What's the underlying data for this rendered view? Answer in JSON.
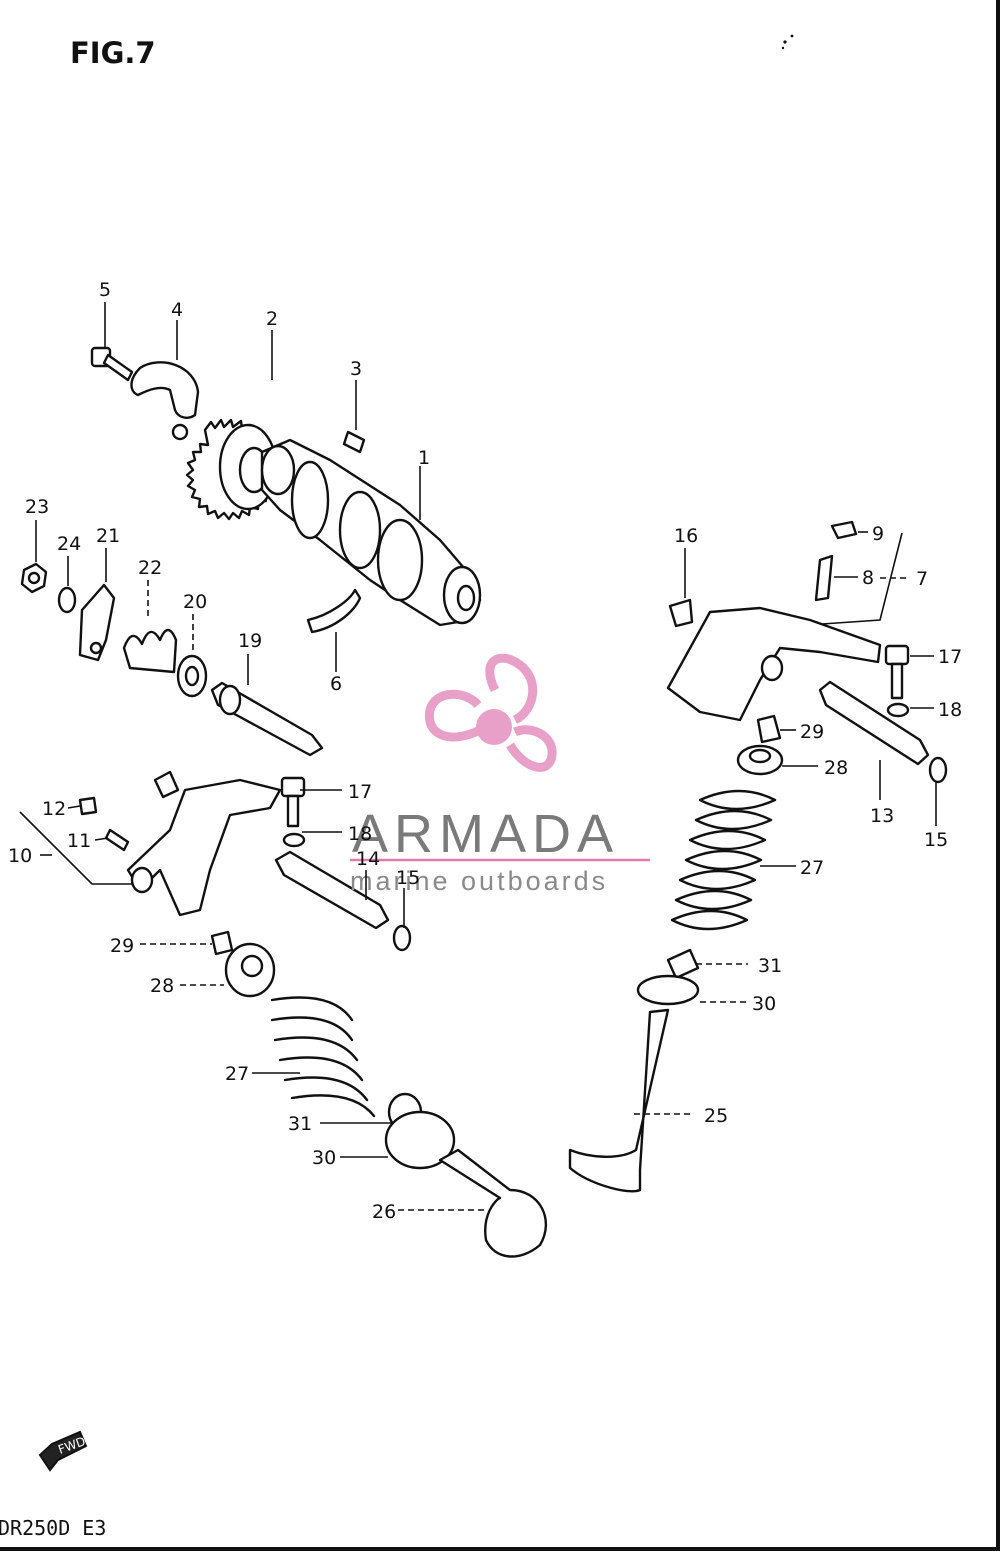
{
  "figure": {
    "title": "FIG.7",
    "model_code": "DR250D  E3",
    "fwd_label": "FWD"
  },
  "watermark": {
    "brand": "ARMADA",
    "tagline": "marine outboards",
    "colors": {
      "propeller": "#e8a0c8",
      "line": "#e07ab0",
      "text": "#7a7a7a"
    }
  },
  "callouts": [
    "1",
    "2",
    "3",
    "4",
    "5",
    "6",
    "7",
    "8",
    "9",
    "10",
    "11",
    "12",
    "13",
    "14",
    "15",
    "16",
    "17",
    "18",
    "19",
    "20",
    "21",
    "22",
    "23",
    "24",
    "25",
    "26",
    "27",
    "28",
    "29",
    "30",
    "31",
    "17",
    "18",
    "14",
    "15",
    "27",
    "28",
    "29",
    "30",
    "31"
  ]
}
